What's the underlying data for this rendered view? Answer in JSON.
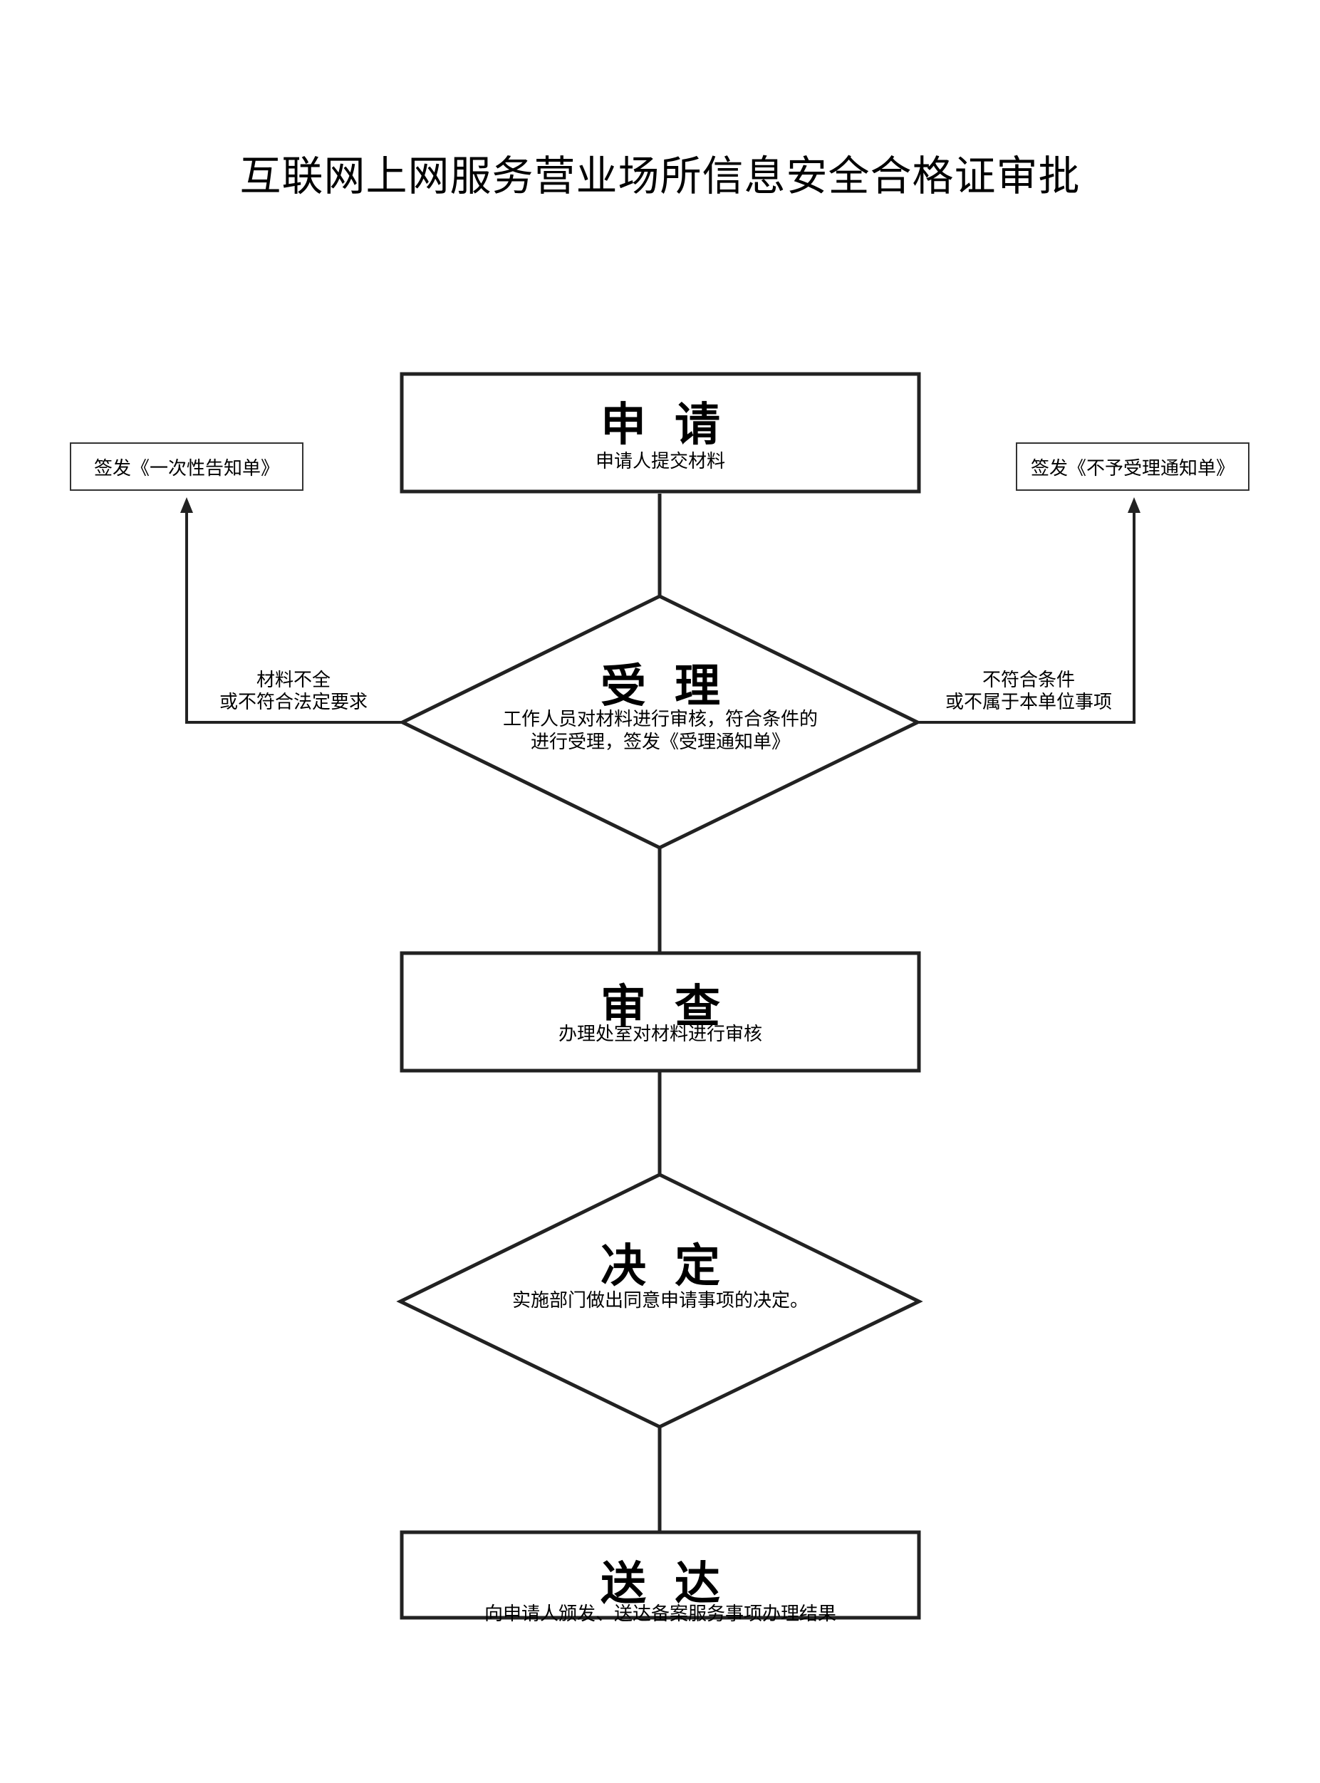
{
  "title": "互联网上网服务营业场所信息安全合格证审批",
  "nodes": {
    "apply": {
      "title": "申请",
      "desc": "申请人提交材料"
    },
    "accept": {
      "title": "受理",
      "desc_lines": [
        "工作人员对材料进行审核，符合条件的",
        "进行受理，签发《受理通知单》"
      ]
    },
    "review": {
      "title": "审查",
      "desc": "办理处室对材料进行审核"
    },
    "decide": {
      "title": "决定",
      "desc": "实施部门做出同意申请事项的决定。"
    },
    "deliver": {
      "title": "送达",
      "desc": "向申请人颁发、送达备案服务事项办理结果"
    }
  },
  "side_outputs": {
    "left": {
      "label": "签发《一次性告知单》",
      "condition_lines": [
        "材料不全",
        "或不符合法定要求"
      ]
    },
    "right": {
      "label": "签发《不予受理通知单》",
      "condition_lines": [
        "不符合条件",
        "或不属于本单位事项"
      ]
    }
  }
}
